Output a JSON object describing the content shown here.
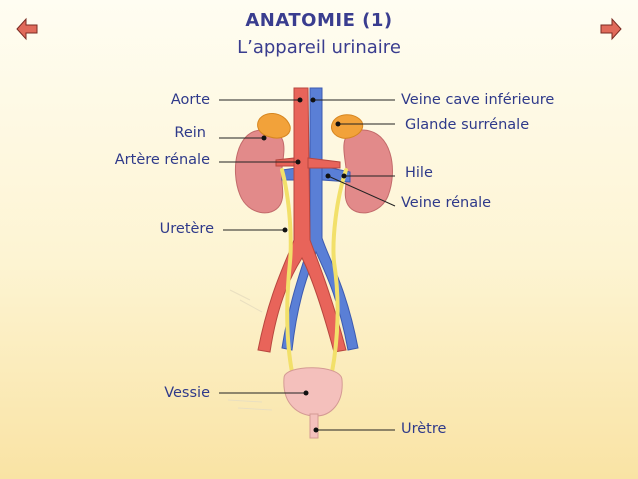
{
  "header": {
    "title": "ANATOMIE (1)",
    "subtitle": "L’appareil urinaire"
  },
  "nav": {
    "back_icon": "left-arrow-icon",
    "forward_icon": "right-arrow-icon",
    "arrow_color": "#e06a5a"
  },
  "labels": {
    "aorte": "Aorte",
    "rein": "Rein",
    "artere_renale": "Artère rénale",
    "uretere": "Uretère",
    "vessie": "Vessie",
    "veine_cave": "Veine cave inférieure",
    "glande_surrenale": "Glande surrénale",
    "hile": "Hile",
    "veine_renale": "Veine rénale",
    "uretre": "Urètre"
  },
  "colors": {
    "text": "#2f3a8a",
    "artery": "#e8645a",
    "vein": "#5a7fd6",
    "kidney": "#e28a8a",
    "adrenal": "#f2a23a",
    "ureter": "#f2e06a",
    "bladder": "#f4c0bc"
  }
}
